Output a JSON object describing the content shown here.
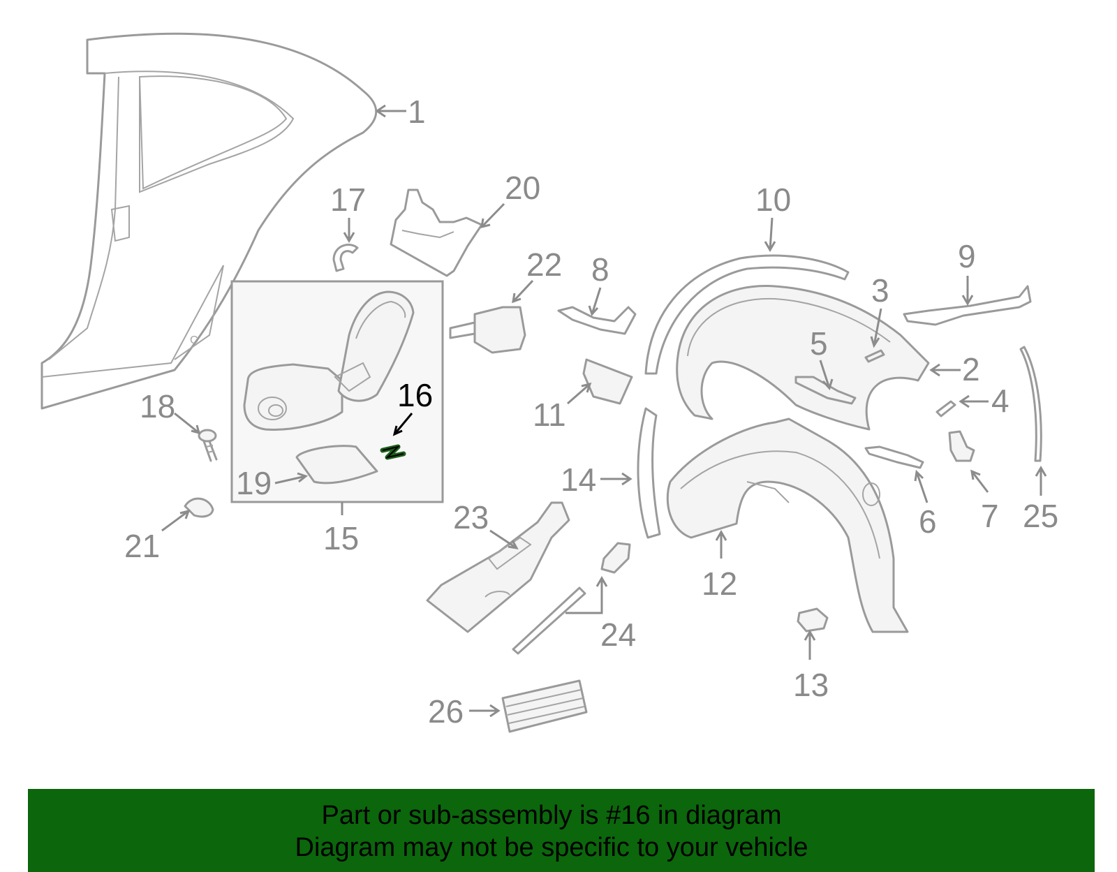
{
  "callouts": {
    "c1": "1",
    "c2": "2",
    "c3": "3",
    "c4": "4",
    "c5": "5",
    "c6": "6",
    "c7": "7",
    "c8": "8",
    "c9": "9",
    "c10": "10",
    "c11": "11",
    "c12": "12",
    "c13": "13",
    "c14": "14",
    "c15": "15",
    "c16": "16",
    "c17": "17",
    "c18": "18",
    "c19": "19",
    "c20": "20",
    "c21": "21",
    "c22": "22",
    "c23": "23",
    "c24": "24",
    "c25": "25",
    "c26": "26"
  },
  "highlight": {
    "part": "16",
    "color": "#000000",
    "part_color": "#1a5e1a"
  },
  "banner": {
    "line1": "Part or sub-assembly is #16 in diagram",
    "line2": "Diagram may not be specific to your vehicle",
    "background": "#0c660c"
  }
}
